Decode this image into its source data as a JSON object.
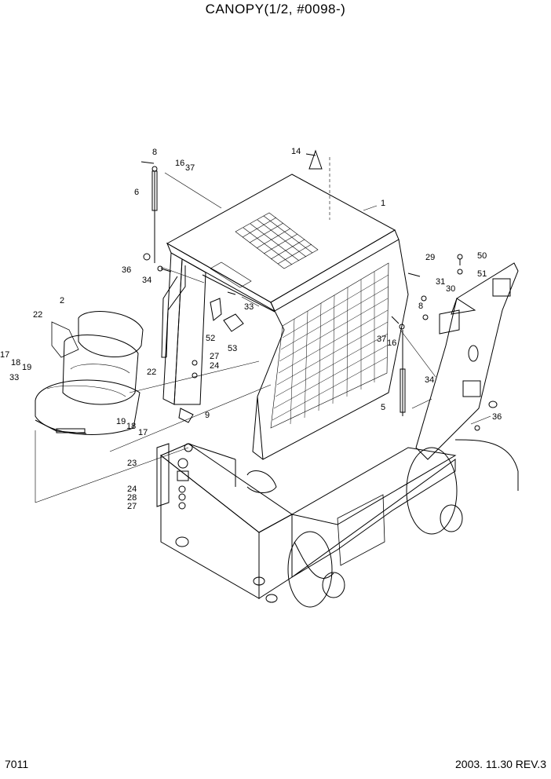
{
  "header": {
    "title": "CANOPY(1/2, #0098-)"
  },
  "footer": {
    "page_number": "7011",
    "date_revision": "2003. 11.30  REV.3"
  },
  "callouts": [
    "8",
    "16",
    "37",
    "14",
    "1",
    "6",
    "36",
    "34",
    "2",
    "22",
    "17",
    "18",
    "19",
    "33",
    "29",
    "50",
    "51",
    "31",
    "30",
    "8",
    "52",
    "53",
    "33",
    "27",
    "24",
    "22",
    "9",
    "19",
    "18",
    "17",
    "37",
    "16",
    "34",
    "5",
    "36",
    "23",
    "24",
    "28",
    "27"
  ]
}
